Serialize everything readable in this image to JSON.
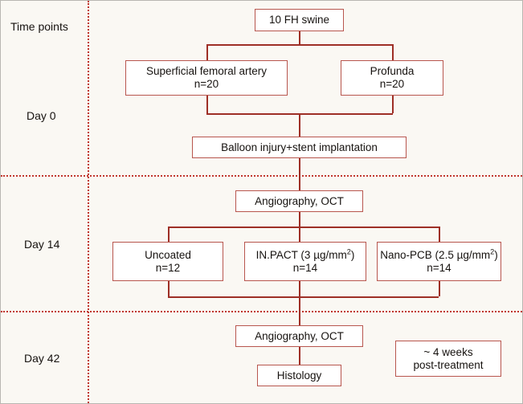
{
  "figure": {
    "type": "study-design-flowchart",
    "background_color": "#faf8f3",
    "box_border_color": "#b8564e",
    "connector_color": "#9e2f26",
    "divider_color": "#c0362c"
  },
  "row_labels": [
    {
      "id": "time-points",
      "text": "Time points"
    },
    {
      "id": "day-0",
      "text": "Day 0"
    },
    {
      "id": "day-14",
      "text": "Day 14"
    },
    {
      "id": "day-42",
      "text": "Day 42"
    }
  ],
  "nodes": {
    "cohort": {
      "line1": "10 FH swine",
      "line2": ""
    },
    "sfa": {
      "line1": "Superficial femoral artery",
      "line2": "n=20"
    },
    "profunda": {
      "line1": "Profunda",
      "line2": "n=20"
    },
    "procedure": {
      "line1": "Balloon injury+stent implantation",
      "line2": ""
    },
    "imaging_d14": {
      "line1": "Angiography, OCT",
      "line2": ""
    },
    "uncoated": {
      "line1": "Uncoated",
      "line2": "n=12"
    },
    "inpact": {
      "line1_pre": "IN.PACT (3 ",
      "line1_unit": "µg/mm",
      "line1_sup": "2",
      "line1_post": ")",
      "line2": "n=14"
    },
    "nanopcb": {
      "line1_pre": "Nano-PCB (2.5 ",
      "line1_unit": "µg/mm",
      "line1_sup": "2",
      "line1_post": ")",
      "line2": "n=14"
    },
    "imaging_d42": {
      "line1": "Angiography, OCT",
      "line2": ""
    },
    "histology": {
      "line1": "Histology",
      "line2": ""
    },
    "note": {
      "line1": "~ 4 weeks",
      "line2": "post-treatment"
    }
  }
}
